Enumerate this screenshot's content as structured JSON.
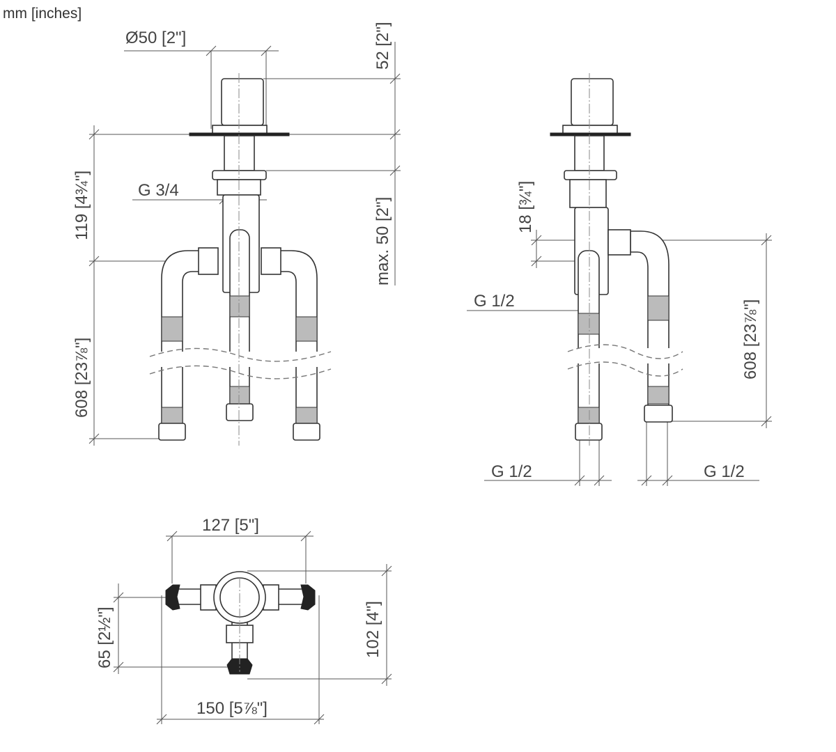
{
  "units_label": "mm [inches]",
  "front_view": {
    "diameter": "Ø50 [2\"]",
    "cap_height": "52 [2\"]",
    "body_height": "119 [4¾\"]",
    "thread_top": "G 3/4",
    "max_thickness": "max. 50 [2\"]",
    "hose_length": "608 [23⅞\"]"
  },
  "side_view": {
    "offset": "18 [¾\"]",
    "thread_outlet": "G 1/2",
    "hose_length": "608 [23⅞\"]",
    "thread_bottom_left": "G 1/2",
    "thread_bottom_right": "G 1/2"
  },
  "top_view": {
    "connection_spacing": "127 [5\"]",
    "depth_offset": "65 [2½\"]",
    "total_depth": "102 [4\"]",
    "total_width": "150 [5⅞\"]"
  }
}
